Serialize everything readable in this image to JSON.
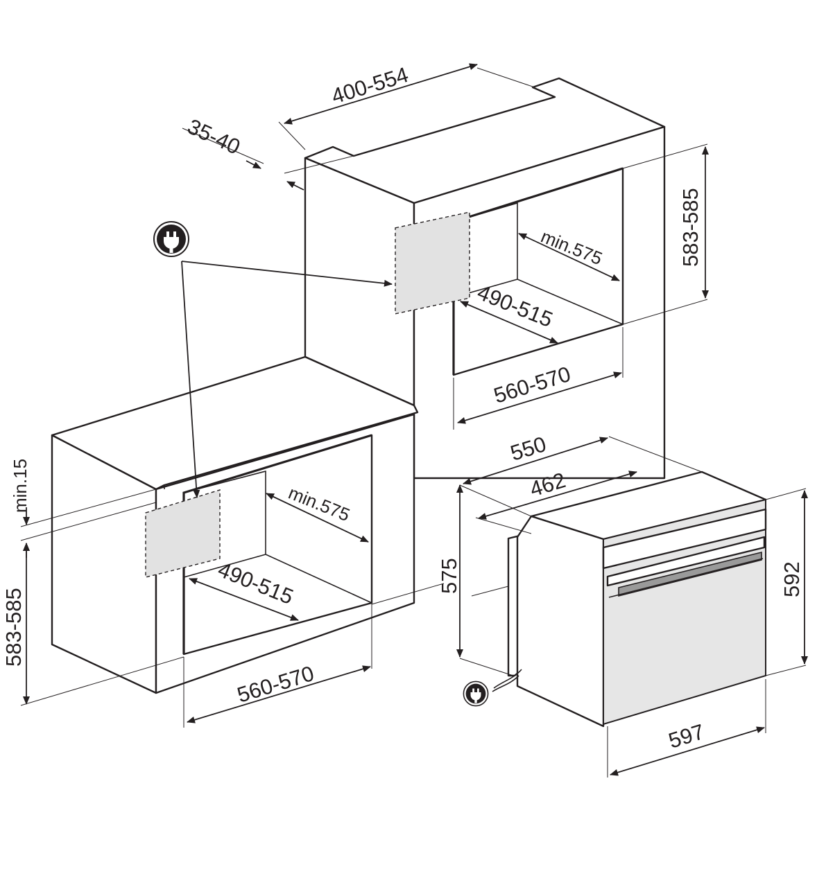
{
  "dimensions": {
    "column_depth_range": "400-554",
    "column_gap": "35-40",
    "column_niche_height": "583-585",
    "column_niche_depth": "min.575",
    "column_niche_inner_depth": "490-515",
    "column_niche_width": "560-570",
    "counter_clearance": "min.15",
    "counter_niche_height": "583-585",
    "counter_niche_depth": "min.575",
    "counter_niche_inner_depth": "490-515",
    "counter_niche_width": "560-570",
    "oven_depth_total": "550",
    "oven_depth_body": "462",
    "oven_body_height": "575",
    "oven_front_height": "592",
    "oven_front_width": "597"
  },
  "icons": {
    "power_plug_main": "power-plug-icon",
    "power_plug_oven": "power-plug-icon"
  }
}
